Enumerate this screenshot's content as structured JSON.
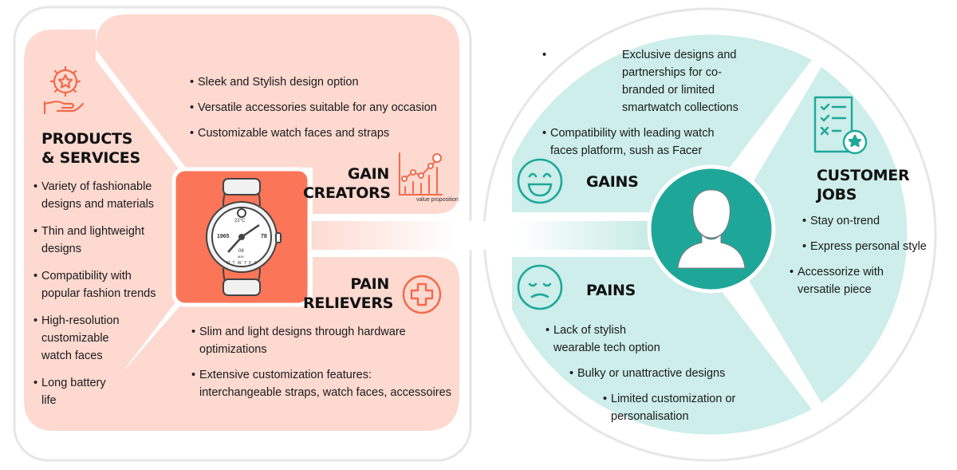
{
  "colors": {
    "salmon_panel": "#fdd9d0",
    "salmon_light": "#fee6df",
    "coral": "#f26a4b",
    "coral_bright": "#fb7558",
    "teal": "#1da89a",
    "teal_light": "#cdeeea",
    "outline": "#e6e6e6"
  },
  "icons": {
    "products": "gear-star-hand-icon",
    "gain_creators": "growth-chart-icon",
    "pain_relievers": "plus-circle-icon",
    "gains": "happy-face-icon",
    "pains": "sad-face-icon",
    "customer_jobs": "checklist-icon",
    "center_left": "smartwatch-icon",
    "center_right": "customer-avatar-icon"
  },
  "products": {
    "title_line1": "PRODUCTS",
    "title_line2": "& SERVICES",
    "items": [
      "Variety of fashionable designs and materials",
      "Thin and lightweight designs",
      "Compatibility with popular fashion trends",
      "High-resolution customizable watch faces",
      "Long battery life"
    ]
  },
  "gain_creators": {
    "title_line1": "GAIN",
    "title_line2": "CREATORS",
    "icon_caption": "value proposition",
    "items": [
      "Sleek and Stylish design option",
      "Versatile accessories suitable for any occasion",
      "Customizable watch faces and straps"
    ]
  },
  "pain_relievers": {
    "title_line1": "PAIN",
    "title_line2": "RELIEVERS",
    "items": [
      "Slim and light designs through hardware optimizations",
      "Extensive customization features: interchangeable straps, watch faces, accessoires"
    ]
  },
  "gains": {
    "title": "GAINS",
    "items": [
      "Exclusive designs and partnerships for co-branded or limited smartwatch collections",
      "Compatibility with leading watch faces platform, sush as Facer"
    ]
  },
  "pains": {
    "title": "PAINS",
    "items": [
      "Lack of stylish wearable tech option",
      "Bulky or unattractive designs",
      "Limited customization or personalisation"
    ]
  },
  "customer_jobs": {
    "title_line1": "CUSTOMER",
    "title_line2": "JOBS",
    "items": [
      "Stay on-trend",
      "Express personal style",
      "Accessorize with versatile piece"
    ]
  },
  "watch": {
    "temp": "22°C",
    "left_num": "1965",
    "right_num": "78",
    "date_num": "08",
    "date_label": "MAY",
    "weekdays": "M T W T F S"
  }
}
